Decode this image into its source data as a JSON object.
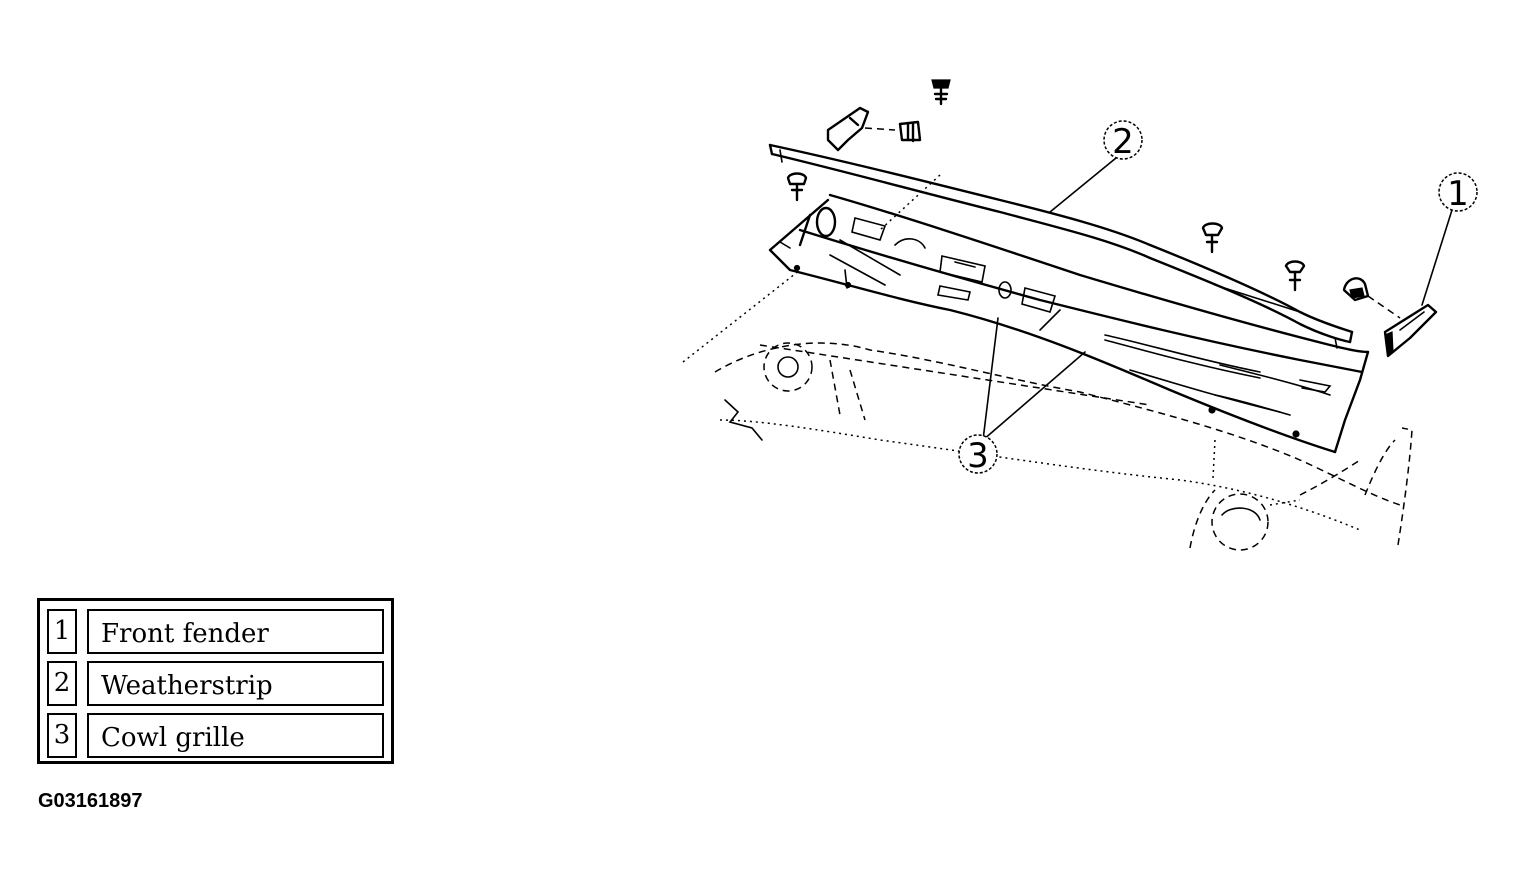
{
  "callouts": [
    {
      "number": "1"
    },
    {
      "number": "2"
    },
    {
      "number": "3"
    }
  ],
  "legend": {
    "rows": [
      {
        "number": "1",
        "label": "Front fender"
      },
      {
        "number": "2",
        "label": "Weatherstrip"
      },
      {
        "number": "3",
        "label": "Cowl grille"
      }
    ]
  },
  "figure_id": "G03161897"
}
